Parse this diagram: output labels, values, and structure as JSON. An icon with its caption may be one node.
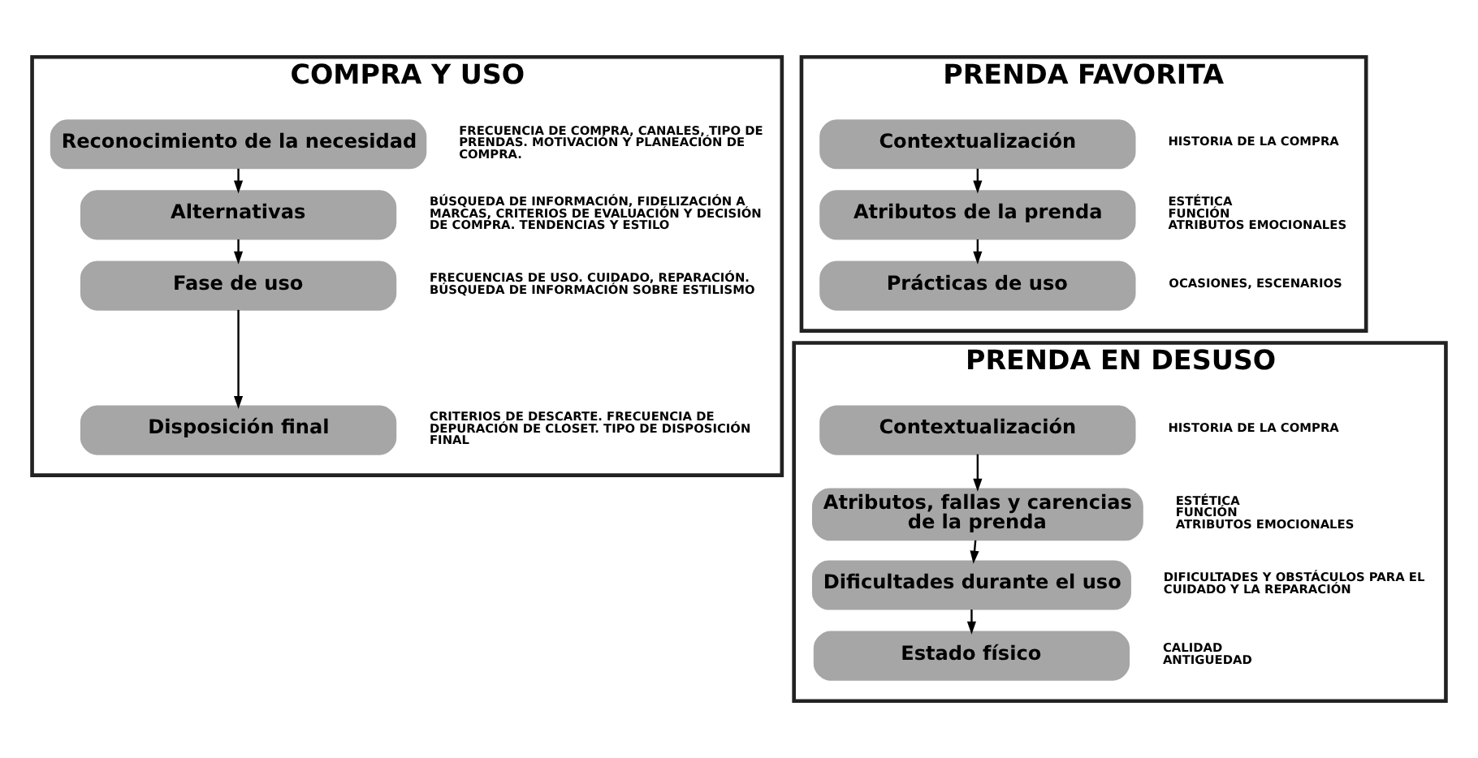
{
  "diagram": {
    "nodes": [
      {
        "text": [
          "COMPRA Y USO"
        ]
      },
      {
        "text": [
          "Reconocimiento de la necesidad"
        ],
        "in": 0,
        "beside": [
          "FRECUENCIA DE COMPRA, CANALES, TIPO DE PRENDAS. MOTIVACIÓN Y PLANEACIÓN DE COMPRA."
        ]
      },
      {
        "text": [
          "Alternativas"
        ],
        "in": 0,
        "beside": [
          "BÚSQUEDA DE INFORMACIÓN, FIDELIZACIÓN A MARCAS, CRITERIOS DE EVALUACIÓN Y DECISIÓN DE COMPRA. TENDENCIAS Y ESTILO"
        ]
      },
      {
        "text": [
          "Fase de uso"
        ],
        "in": 0,
        "beside": [
          "FRECUENCIAS DE USO. CUIDADO, REPARACIÓN. BÚSQUEDA DE INFORMACIÓN SOBRE ESTILISMO"
        ]
      },
      {
        "text": [
          "Disposición final"
        ],
        "in": 0,
        "beside": [
          "CRITERIOS DE DESCARTE. FRECUENCIA DE DEPURACIÓN DE CLOSET. TIPO DE DISPOSICIÓN FINAL"
        ]
      },
      {
        "text": [
          "PRENDA FAVORITA"
        ]
      },
      {
        "text": [
          "Contextualización"
        ],
        "in": 5,
        "beside": [
          "HISTORIA DE LA COMPRA"
        ]
      },
      {
        "text": [
          "Atributos de la prenda"
        ],
        "in": 5,
        "beside": [
          "ESTÉTICA",
          "FUNCIÓN",
          "ATRIBUTOS EMOCIONALES"
        ]
      },
      {
        "text": [
          "Prácticas de uso"
        ],
        "in": 5,
        "beside": [
          "OCASIONES, ESCENARIOS"
        ]
      },
      {
        "text": [
          "PRENDA EN DESUSO"
        ]
      },
      {
        "text": [
          "Contextualización"
        ],
        "in": 9,
        "beside": [
          "HISTORIA DE LA COMPRA"
        ]
      },
      {
        "text": [
          "Atributos, fallas y carencias de la prenda"
        ],
        "in": 9,
        "beside": [
          "ESTÉTICA",
          "FUNCIÓN",
          "ATRIBUTOS EMOCIONALES"
        ]
      },
      {
        "text": [
          "Dificultades durante el uso"
        ],
        "in": 9,
        "beside": [
          "DIFICULTADES Y OBSTÁCULOS PARA EL CUIDADO Y LA REPARACIÓN"
        ]
      },
      {
        "text": [
          "Estado físico"
        ],
        "in": 9,
        "beside": [
          "CALIDAD",
          "ANTIGUEDAD"
        ]
      }
    ],
    "edges": [
      {
        "from": 1,
        "to": 2,
        "arrow": "to"
      },
      {
        "from": 2,
        "to": 3,
        "arrow": "to"
      },
      {
        "from": 3,
        "to": 4,
        "arrow": "to"
      },
      {
        "from": 6,
        "to": 7,
        "arrow": "to"
      },
      {
        "from": 7,
        "to": 8,
        "arrow": "to"
      },
      {
        "from": 10,
        "to": 11,
        "arrow": "to"
      },
      {
        "from": 11,
        "to": 12,
        "arrow": "to"
      },
      {
        "from": 12,
        "to": 13,
        "arrow": "to"
      }
    ]
  }
}
